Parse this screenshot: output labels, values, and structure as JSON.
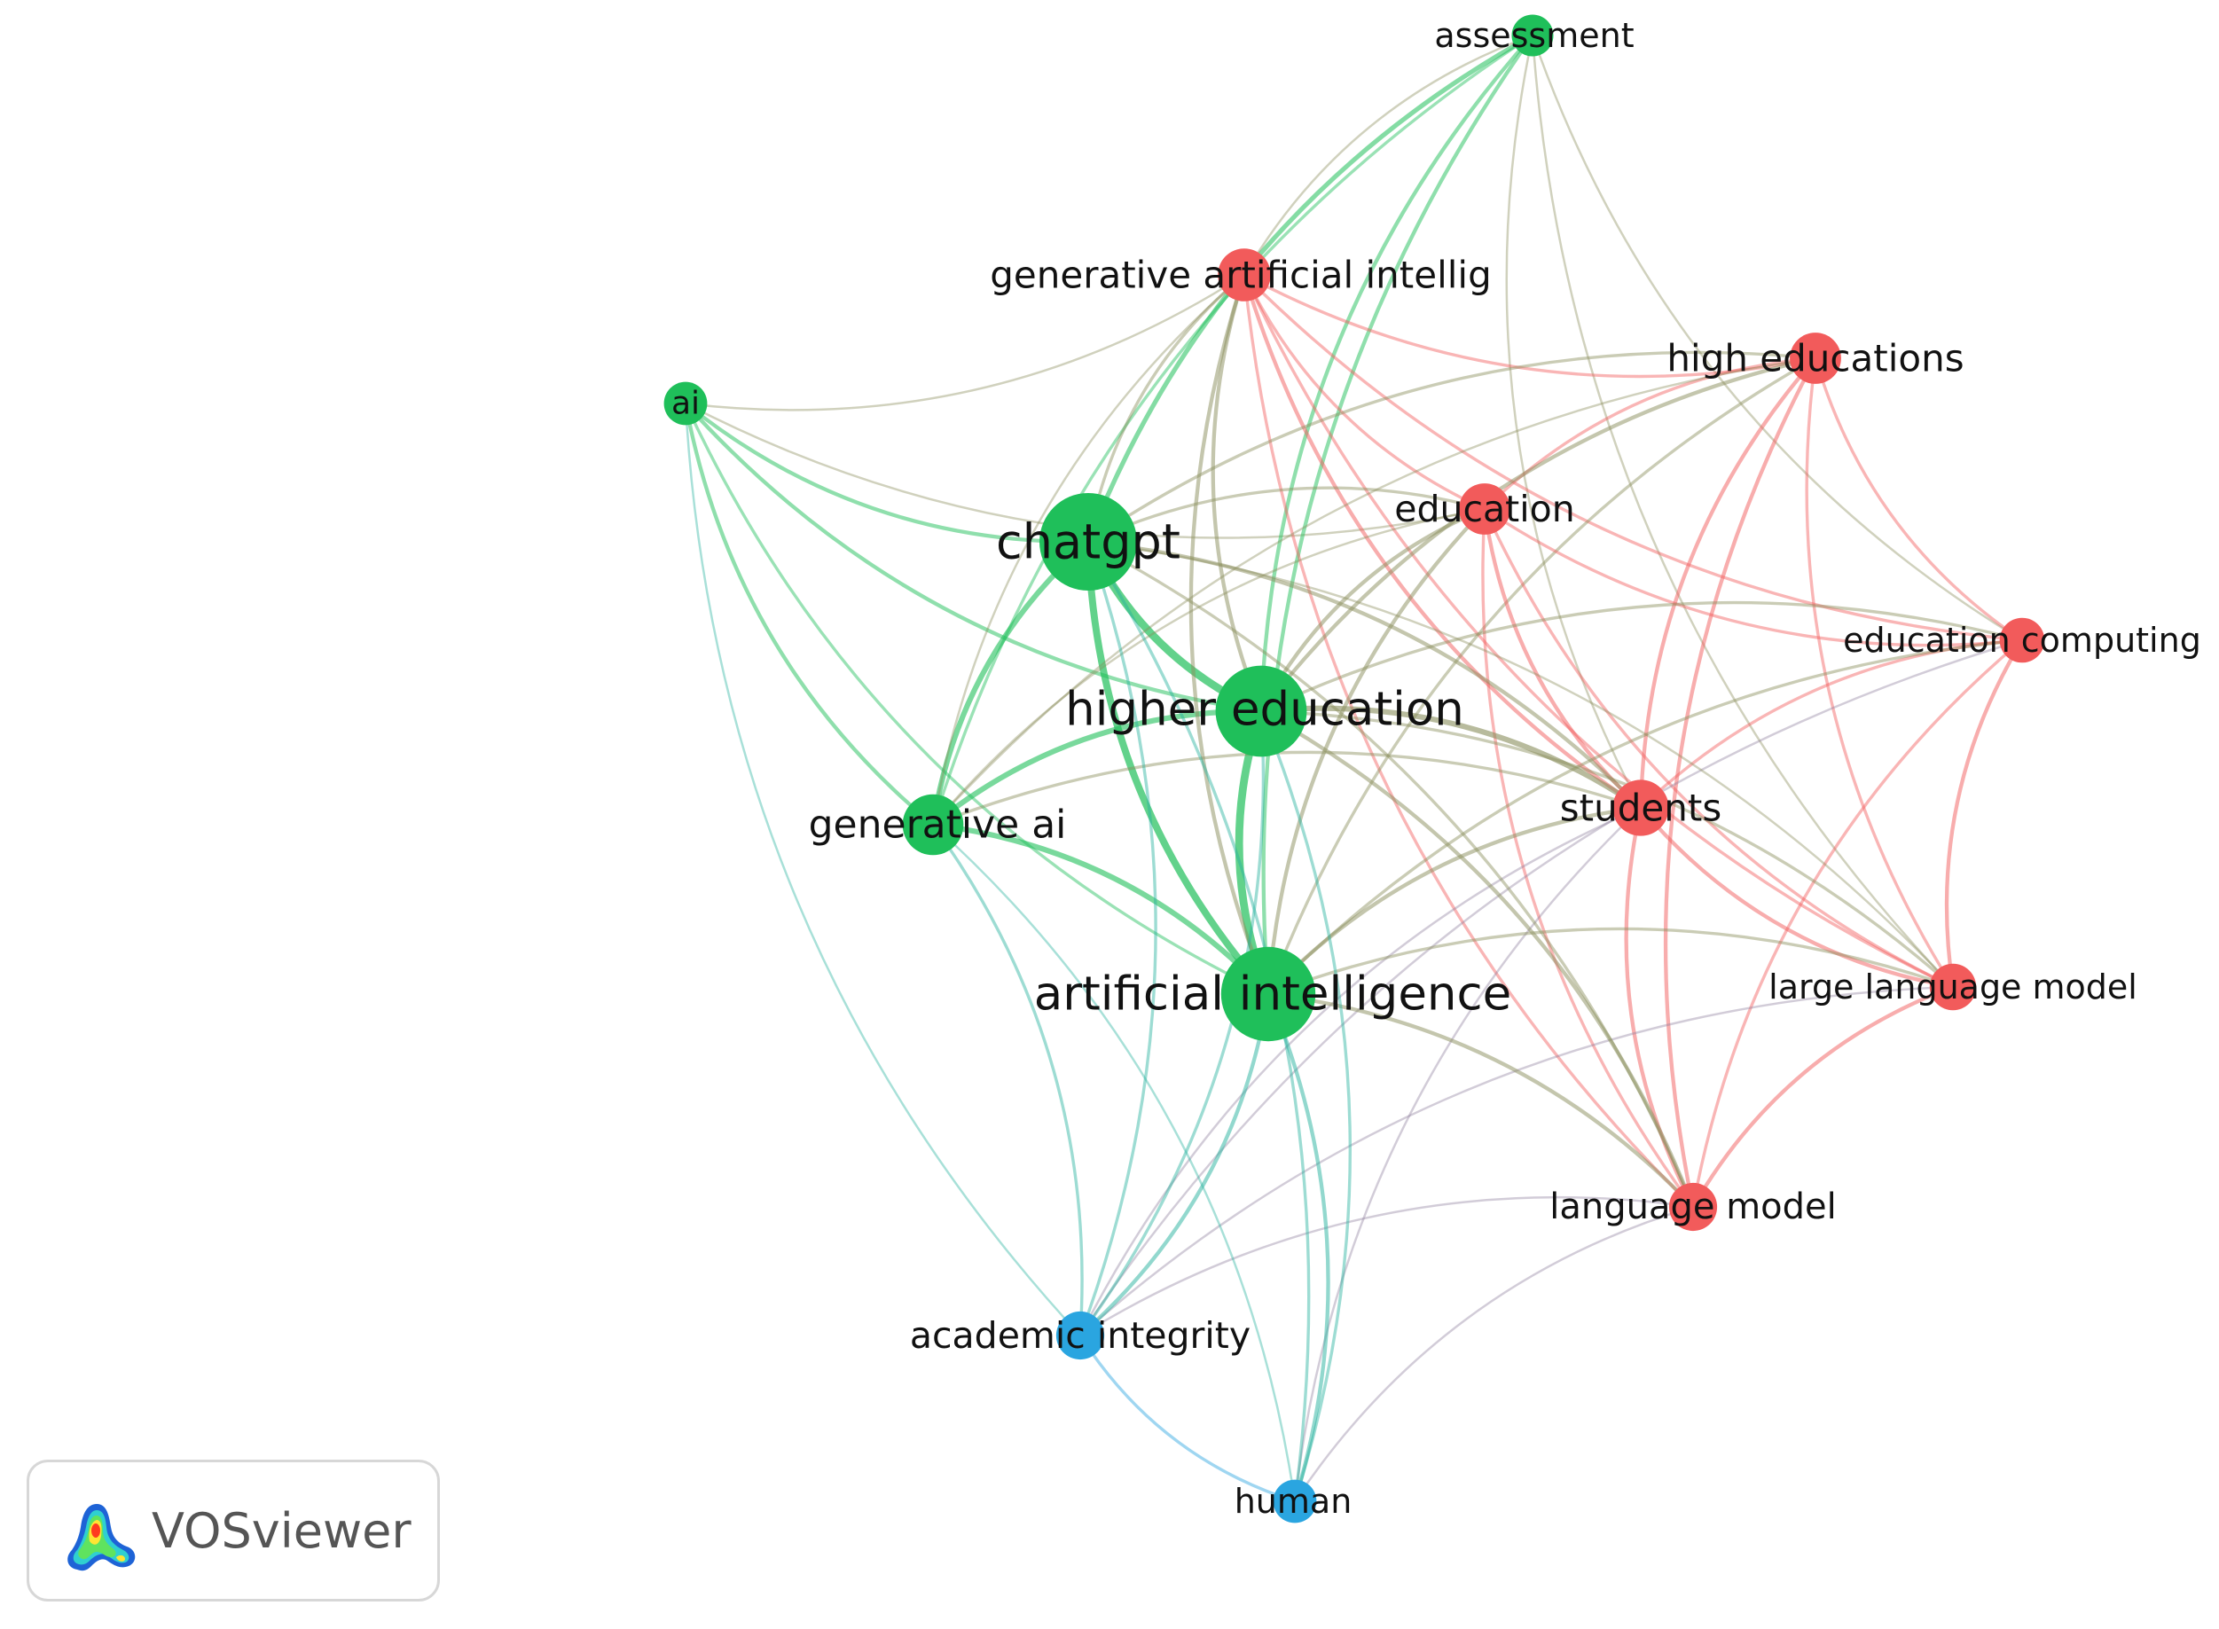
{
  "network": {
    "clusters": [
      {
        "id": 1,
        "color": "#f25b5b"
      },
      {
        "id": 2,
        "color": "#1fbf5a"
      },
      {
        "id": 3,
        "color": "#2aa5e0"
      }
    ],
    "nodes": [
      {
        "id": "assessment",
        "label": "assessment",
        "cluster": 2,
        "weight": 1.5
      },
      {
        "id": "genai_full",
        "label": "generative artificial intellig",
        "cluster": 1,
        "weight": 2.2
      },
      {
        "id": "high_educations",
        "label": "high educations",
        "cluster": 1,
        "weight": 2.1
      },
      {
        "id": "ai",
        "label": "ai",
        "cluster": 2,
        "weight": 1.6
      },
      {
        "id": "chatgpt",
        "label": "chatgpt",
        "cluster": 2,
        "weight": 5.0
      },
      {
        "id": "education",
        "label": "education",
        "cluster": 1,
        "weight": 2.1
      },
      {
        "id": "education_computing",
        "label": "education computing",
        "cluster": 1,
        "weight": 1.7
      },
      {
        "id": "higher_education",
        "label": "higher education",
        "cluster": 2,
        "weight": 4.6
      },
      {
        "id": "generative_ai",
        "label": "generative ai",
        "cluster": 2,
        "weight": 2.7
      },
      {
        "id": "students",
        "label": "students",
        "cluster": 1,
        "weight": 2.4
      },
      {
        "id": "artificial_intelligence",
        "label": "artificial intelligence",
        "cluster": 2,
        "weight": 4.8
      },
      {
        "id": "large_language_model",
        "label": "large language model",
        "cluster": 1,
        "weight": 1.8
      },
      {
        "id": "language_model",
        "label": "language model",
        "cluster": 1,
        "weight": 1.9
      },
      {
        "id": "academic_integrity",
        "label": "academic integrity",
        "cluster": 3,
        "weight": 1.9
      },
      {
        "id": "human",
        "label": "human",
        "cluster": 3,
        "weight": 1.6
      }
    ],
    "links": [
      [
        "chatgpt",
        "higher_education",
        8
      ],
      [
        "chatgpt",
        "artificial_intelligence",
        7
      ],
      [
        "higher_education",
        "artificial_intelligence",
        8
      ],
      [
        "chatgpt",
        "generative_ai",
        5
      ],
      [
        "higher_education",
        "generative_ai",
        5
      ],
      [
        "artificial_intelligence",
        "generative_ai",
        5
      ],
      [
        "ai",
        "chatgpt",
        3
      ],
      [
        "ai",
        "higher_education",
        3
      ],
      [
        "ai",
        "generative_ai",
        3
      ],
      [
        "ai",
        "artificial_intelligence",
        2
      ],
      [
        "ai",
        "academic_integrity",
        1
      ],
      [
        "ai",
        "genai_full",
        1
      ],
      [
        "ai",
        "education",
        1
      ],
      [
        "assessment",
        "chatgpt",
        4
      ],
      [
        "assessment",
        "higher_education",
        3
      ],
      [
        "assessment",
        "artificial_intelligence",
        3
      ],
      [
        "assessment",
        "generative_ai",
        2
      ],
      [
        "assessment",
        "students",
        1
      ],
      [
        "assessment",
        "education_computing",
        1
      ],
      [
        "assessment",
        "large_language_model",
        1
      ],
      [
        "assessment",
        "genai_full",
        1
      ],
      [
        "genai_full",
        "higher_education",
        3
      ],
      [
        "genai_full",
        "chatgpt",
        2
      ],
      [
        "genai_full",
        "artificial_intelligence",
        3
      ],
      [
        "genai_full",
        "students",
        3
      ],
      [
        "genai_full",
        "education",
        2
      ],
      [
        "genai_full",
        "high_educations",
        2
      ],
      [
        "genai_full",
        "education_computing",
        2
      ],
      [
        "genai_full",
        "large_language_model",
        2
      ],
      [
        "genai_full",
        "language_model",
        2
      ],
      [
        "genai_full",
        "generative_ai",
        1
      ],
      [
        "high_educations",
        "education",
        2
      ],
      [
        "high_educations",
        "students",
        3
      ],
      [
        "high_educations",
        "higher_education",
        3
      ],
      [
        "high_educations",
        "artificial_intelligence",
        2
      ],
      [
        "high_educations",
        "chatgpt",
        2
      ],
      [
        "high_educations",
        "education_computing",
        2
      ],
      [
        "high_educations",
        "large_language_model",
        2
      ],
      [
        "high_educations",
        "language_model",
        3
      ],
      [
        "high_educations",
        "generative_ai",
        1
      ],
      [
        "education",
        "students",
        3
      ],
      [
        "education",
        "higher_education",
        3
      ],
      [
        "education",
        "artificial_intelligence",
        3
      ],
      [
        "education",
        "chatgpt",
        2
      ],
      [
        "education",
        "education_computing",
        2
      ],
      [
        "education",
        "large_language_model",
        2
      ],
      [
        "education",
        "language_model",
        2
      ],
      [
        "education",
        "generative_ai",
        1
      ],
      [
        "education_computing",
        "students",
        2
      ],
      [
        "education_computing",
        "higher_education",
        2
      ],
      [
        "education_computing",
        "artificial_intelligence",
        2
      ],
      [
        "education_computing",
        "large_language_model",
        3
      ],
      [
        "education_computing",
        "language_model",
        2
      ],
      [
        "education_computing",
        "academic_integrity",
        1
      ],
      [
        "students",
        "higher_education",
        5
      ],
      [
        "students",
        "chatgpt",
        3
      ],
      [
        "students",
        "artificial_intelligence",
        3
      ],
      [
        "students",
        "generative_ai",
        2
      ],
      [
        "students",
        "large_language_model",
        3
      ],
      [
        "students",
        "language_model",
        3
      ],
      [
        "students",
        "academic_integrity",
        1
      ],
      [
        "students",
        "human",
        1
      ],
      [
        "large_language_model",
        "artificial_intelligence",
        2
      ],
      [
        "large_language_model",
        "higher_education",
        2
      ],
      [
        "large_language_model",
        "language_model",
        3
      ],
      [
        "large_language_model",
        "chatgpt",
        1
      ],
      [
        "large_language_model",
        "academic_integrity",
        1
      ],
      [
        "language_model",
        "artificial_intelligence",
        3
      ],
      [
        "language_model",
        "higher_education",
        3
      ],
      [
        "language_model",
        "chatgpt",
        2
      ],
      [
        "language_model",
        "academic_integrity",
        1
      ],
      [
        "language_model",
        "human",
        1
      ],
      [
        "academic_integrity",
        "chatgpt",
        2
      ],
      [
        "academic_integrity",
        "artificial_intelligence",
        3
      ],
      [
        "academic_integrity",
        "higher_education",
        2
      ],
      [
        "academic_integrity",
        "generative_ai",
        2
      ],
      [
        "academic_integrity",
        "human",
        2
      ],
      [
        "human",
        "artificial_intelligence",
        3
      ],
      [
        "human",
        "higher_education",
        2
      ],
      [
        "human",
        "chatgpt",
        2
      ],
      [
        "human",
        "generative_ai",
        1
      ]
    ]
  },
  "logo": {
    "text": "VOSviewer"
  }
}
